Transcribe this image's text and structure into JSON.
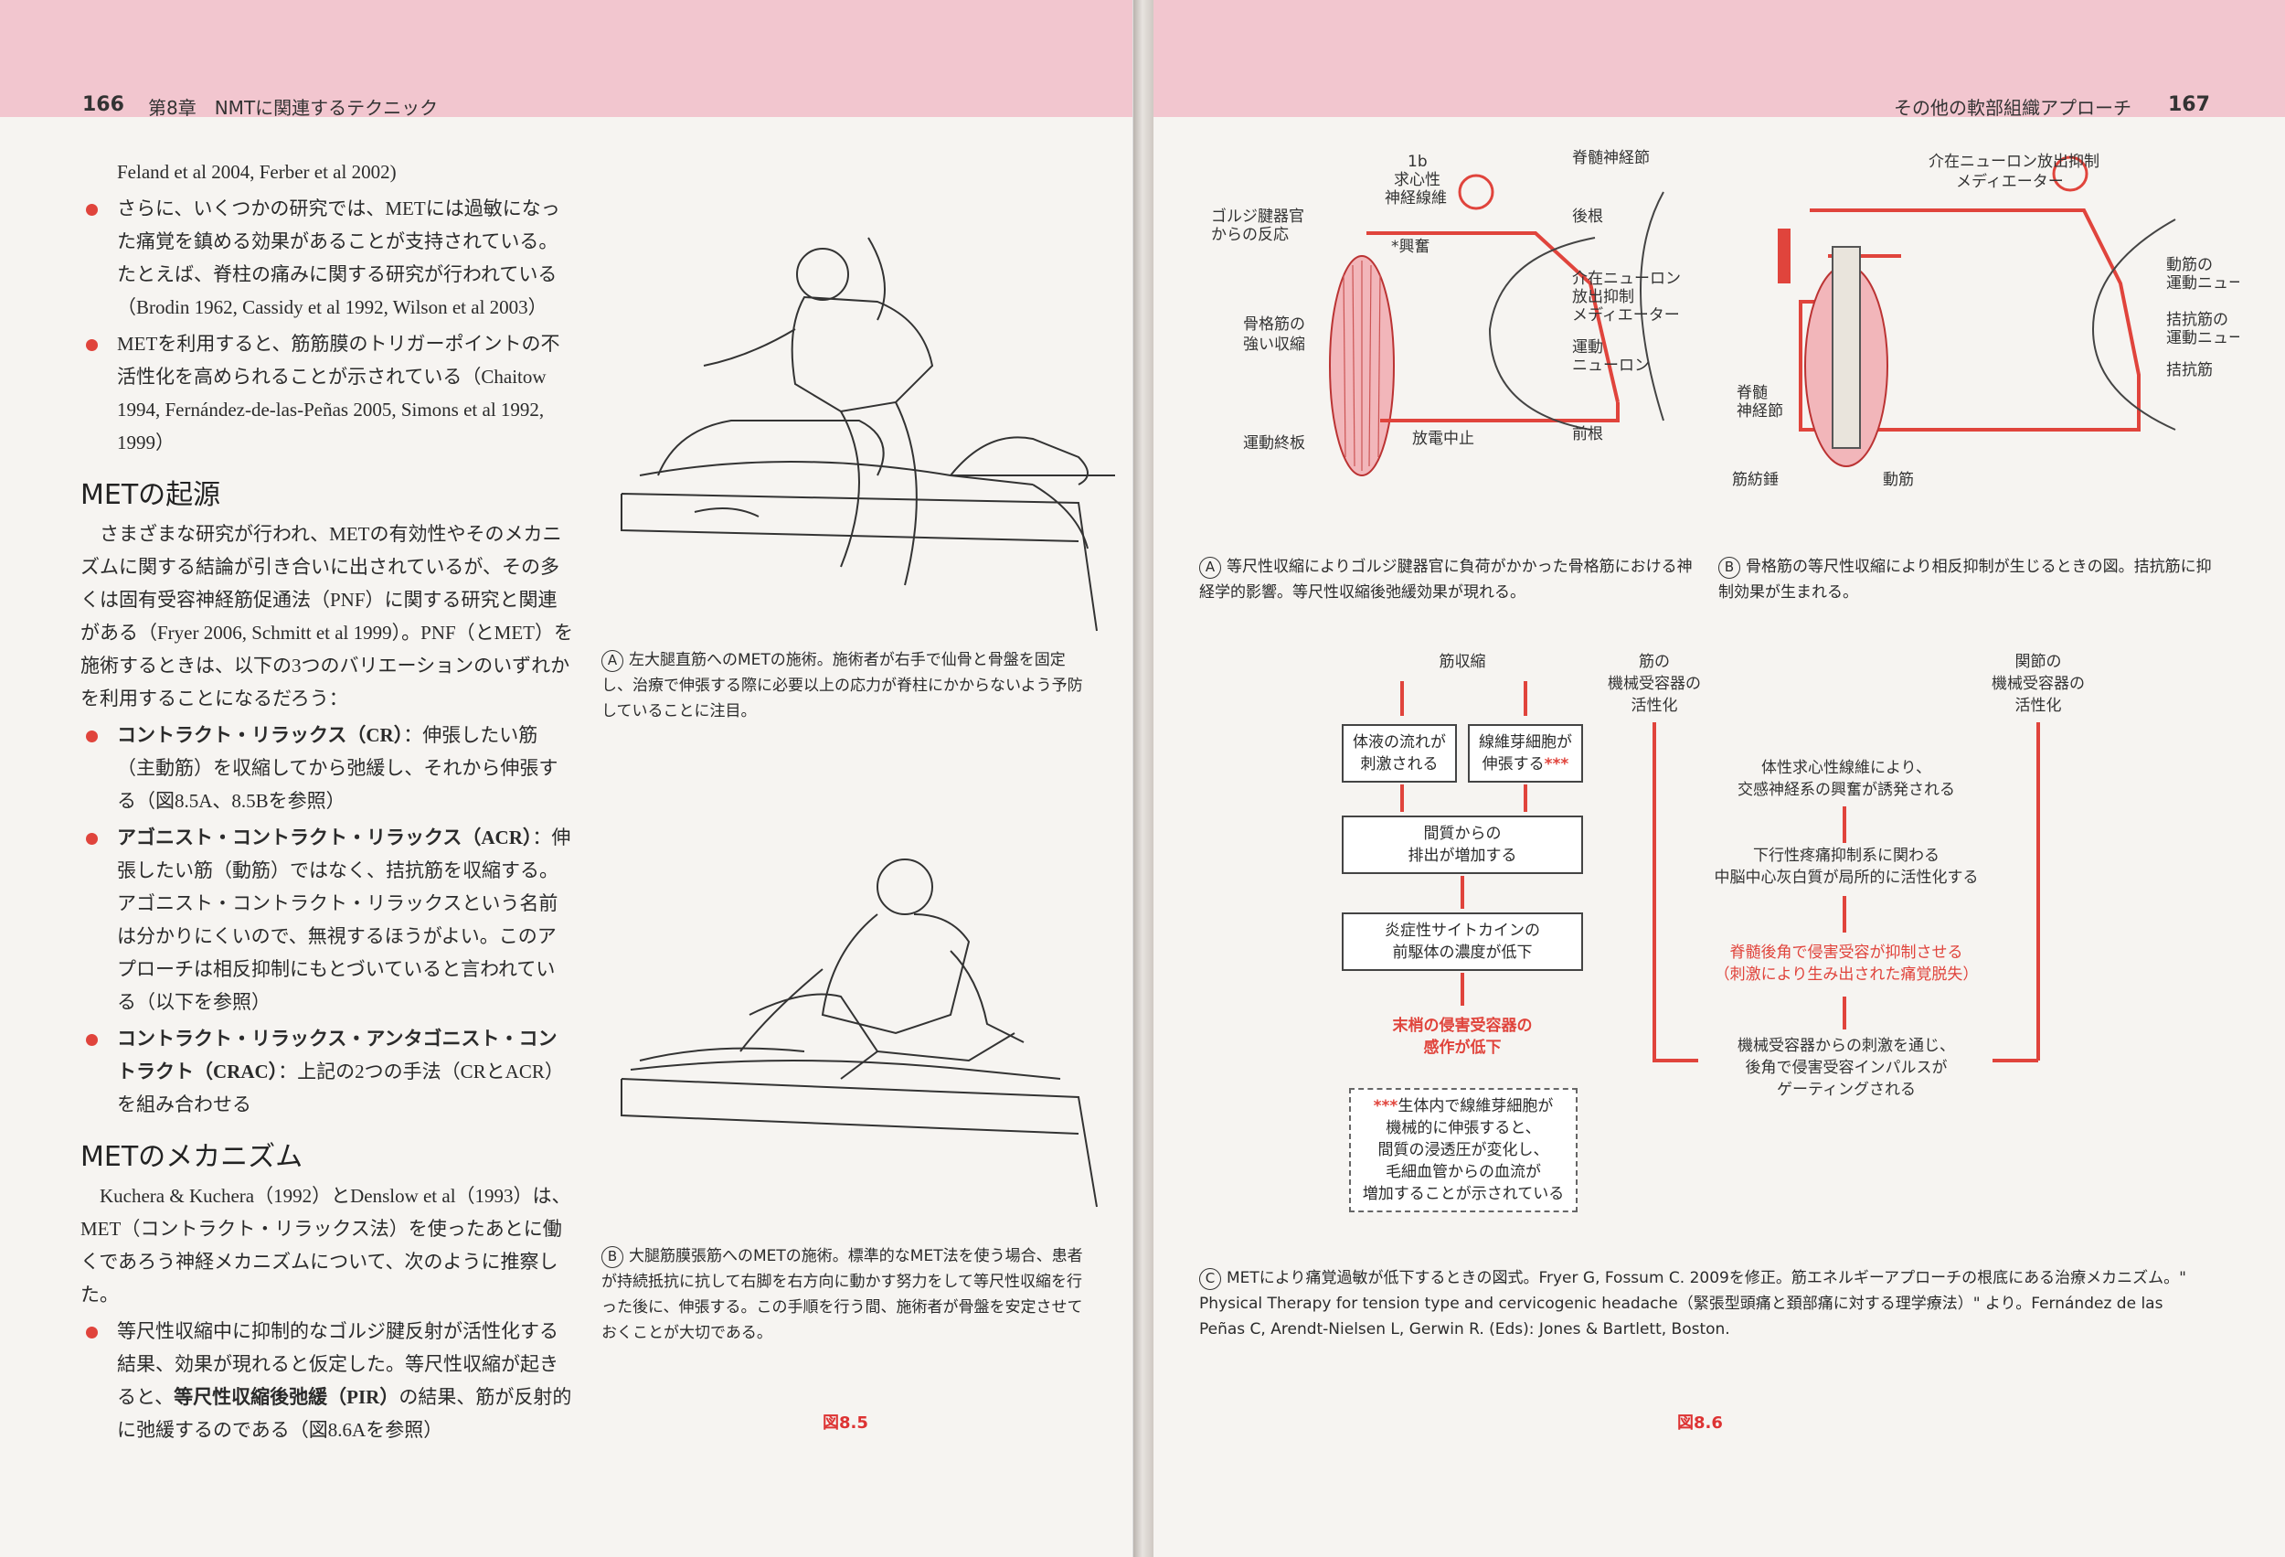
{
  "left_page": {
    "page_number": "166",
    "chapter": "第8章　NMTに関連するテクニック",
    "intro_line": "Feland et al 2004, Ferber et al 2002)",
    "bullets_top": [
      "さらに、いくつかの研究では、METには過敏になった痛覚を鎮める効果があることが支持されている。たとえば、脊柱の痛みに関する研究が行われている（Brodin 1962, Cassidy et al 1992, Wilson et al 2003）",
      "METを利用すると、筋筋膜のトリガーポイントの不活性化を高められることが示されている（Chaitow 1994, Fernández-de-las-Peñas 2005, Simons et al 1992, 1999）"
    ],
    "section1_heading": "METの起源",
    "section1_para": "さまざまな研究が行われ、METの有効性やそのメカニズムに関する結論が引き合いに出されているが、その多くは固有受容神経筋促通法（PNF）に関する研究と関連がある（Fryer 2006, Schmitt et al 1999）。PNF（とMET）を施術するときは、以下の3つのバリエーションのいずれかを利用することになるだろう：",
    "bullets_mid": [
      {
        "bold": "コントラクト・リラックス（CR）",
        "text": "：伸張したい筋（主動筋）を収縮してから弛緩し、それから伸張する（図8.5A、8.5Bを参照）"
      },
      {
        "bold": "アゴニスト・コントラクト・リラックス（ACR）",
        "text": "：伸張したい筋（動筋）ではなく、拮抗筋を収縮する。アゴニスト・コントラクト・リラックスという名前は分かりにくいので、無視するほうがよい。このアプローチは相反抑制にもとづいていると言われている（以下を参照）"
      },
      {
        "bold": "コントラクト・リラックス・アンタゴニスト・コントラクト（CRAC）",
        "text": "：上記の2つの手法（CRとACR）を組み合わせる"
      }
    ],
    "section2_heading": "METのメカニズム",
    "section2_para": "Kuchera & Kuchera（1992）とDenslow et al（1993）は、MET（コントラクト・リラックス法）を使ったあとに働くであろう神経メカニズムについて、次のように推察した。",
    "bullet_last_pre": "等尺性収縮中に抑制的なゴルジ腱反射が活性化する結果、効果が現れると仮定した。等尺性収縮が起きると、",
    "bullet_last_bold": "等尺性収縮後弛緩（PIR）",
    "bullet_last_post": "の結果、筋が反射的に弛緩するのである（図8.6Aを参照）",
    "captionA_label": "A",
    "captionA": "左大腿直筋へのMETの施術。施術者が右手で仙骨と骨盤を固定し、治療で伸張する際に必要以上の応力が脊柱にかからないよう予防していることに注目。",
    "captionB_label": "B",
    "captionB": "大腿筋膜張筋へのMETの施術。標準的なMET法を使う場合、患者が持続抵抗に抗して右脚を右方向に動かす努力をして等尺性収縮を行った後に、伸張する。この手順を行う間、施術者が骨盤を安定させておくことが大切である。",
    "figure_label": "図8.5"
  },
  "right_page": {
    "page_number": "167",
    "chapter": "その他の軟部組織アプローチ",
    "diagA": {
      "l_1b": "1b",
      "l_afferent": "求心性",
      "l_fiber": "神経線維",
      "l_golgi1": "ゴルジ腱器官",
      "l_golgi2": "からの反応",
      "l_excite": "*興奮",
      "l_ganglion": "脊髄神経節",
      "l_dorsal": "後根",
      "l_inter1": "介在ニューロン",
      "l_inter2": "放出抑制",
      "l_inter3": "メディエーター",
      "l_motor1": "運動",
      "l_motor2": "ニューロン",
      "l_ventral": "前根",
      "l_skel1": "骨格筋の",
      "l_skel2": "強い収縮",
      "l_endplate": "運動終板",
      "l_stop": "放電中止"
    },
    "diagB": {
      "l_inter1": "介在ニューロン放出抑制",
      "l_inter2": "メディエーター",
      "l_agon1": "動筋の",
      "l_agon2": "運動ニューロン",
      "l_antag1": "拮抗筋の",
      "l_antag2": "運動ニューロン",
      "l_antag": "拮抗筋",
      "l_spinal1": "脊髄",
      "l_spinal2": "神経節",
      "l_spindle": "筋紡錘",
      "l_agon": "動筋"
    },
    "captionA_label": "A",
    "captionA": "等尺性収縮によりゴルジ腱器官に負荷がかかった骨格筋における神経学的影響。等尺性収縮後弛緩効果が現れる。",
    "captionB_label": "B",
    "captionB": "骨格筋の等尺性収縮により相反抑制が生じるときの図。拮抗筋に抑制効果が生まれる。",
    "flow": {
      "head_contraction": "筋収縮",
      "head_muscle_mech": "筋の\n機械受容器の\n活性化",
      "head_joint_mech": "関節の\n機械受容器の\n活性化",
      "box_fluid": "体液の流れが\n刺激される",
      "box_fibro": "線維芽細胞が\n伸張する",
      "box_fibro_mark": "***",
      "box_interstitial": "間質からの\n排出が増加する",
      "box_cytokine": "炎症性サイトカインの\n前駆体の濃度が低下",
      "red_peripheral": "末梢の侵害受容器の\n感作が低下",
      "note_mark": "***",
      "note": "生体内で線維芽細胞が\n機械的に伸張すると、\n間質の浸透圧が変化し、\n毛細血管からの血流が\n増加することが示されている",
      "c_sympathetic": "体性求心性線維により、\n交感神経系の興奮が誘発される",
      "c_descending": "下行性疼痛抑制系に関わる\n中脳中心灰白質が局所的に活性化する",
      "red_dorsal": "脊髄後角で侵害受容が抑制させる\n（刺激により生み出された痛覚脱失）",
      "c_gating": "機械受容器からの刺激を通じ、\n後角で侵害受容インパルスが\nゲーティングされる"
    },
    "captionC_label": "C",
    "captionC": "METにより痛覚過敏が低下するときの図式。Fryer G, Fossum C. 2009を修正。筋エネルギーアプローチの根底にある治療メカニズム。\" Physical Therapy for tension type and cervicogenic headache（緊張型頭痛と頚部痛に対する理学療法）\" より。Fernández de las Peñas C, Arendt-Nielsen L, Gerwin R. (Eds): Jones & Bartlett, Boston.",
    "figure_label": "図8.6"
  },
  "colors": {
    "accent": "#e0443c",
    "band": "#f2c6cf",
    "paper": "#f6f4f1"
  }
}
